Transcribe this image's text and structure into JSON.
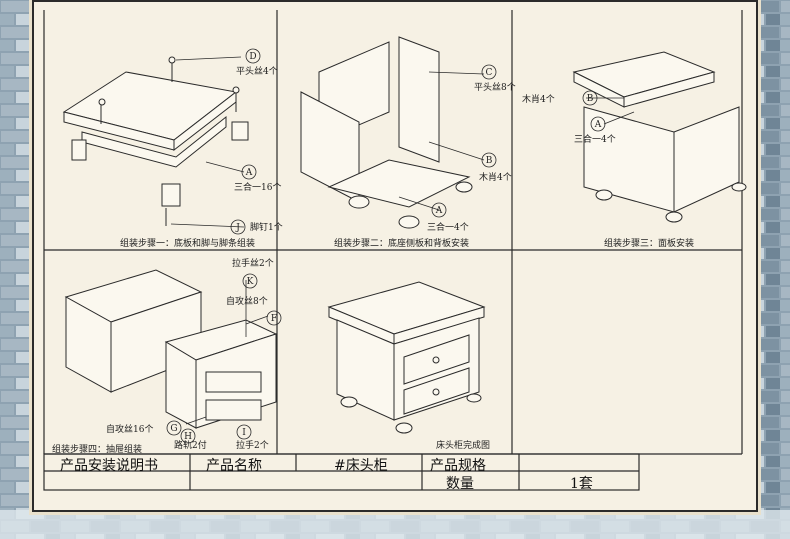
{
  "steps": [
    {
      "caption": "组装步骤一：底板和脚与脚条组装",
      "labels": {
        "d": "D",
        "d_text": "平头丝4个",
        "a": "A",
        "a_text": "三合一16个",
        "j": "J",
        "j_text": "脚钉1个"
      }
    },
    {
      "caption": "组装步骤二：底座侧板和背板安装",
      "labels": {
        "c": "C",
        "c_text": "平头丝8个",
        "b": "B",
        "b_text": "木肖4个",
        "a": "A",
        "a_text": "三合一4个"
      }
    },
    {
      "caption": "组装步骤三：面板安装",
      "labels": {
        "b_text": "木肖4个",
        "b": "B",
        "a": "A",
        "a_text": "三合一4个"
      }
    },
    {
      "caption": "组装步骤四：抽屉组装",
      "labels": {
        "k_text": "拉手丝2个",
        "k": "K",
        "f_text": "自攻丝8个",
        "f": "F",
        "g_text": "自攻丝16个",
        "g": "G",
        "h": "H",
        "h_text": "路轨2付",
        "i_text": "拉手2个",
        "i": "I"
      }
    },
    {
      "caption": "床头柜完成图"
    }
  ],
  "table": {
    "manual_title": "产品安装说明书",
    "name_label": "产品名称",
    "name_value": "#床头柜",
    "spec_label": "产品规格",
    "qty_label": "数量",
    "qty_value": "1套"
  },
  "colors": {
    "line": "#2b2b2b",
    "paper": "#f6f1e4",
    "brick": "#7f93a3"
  }
}
